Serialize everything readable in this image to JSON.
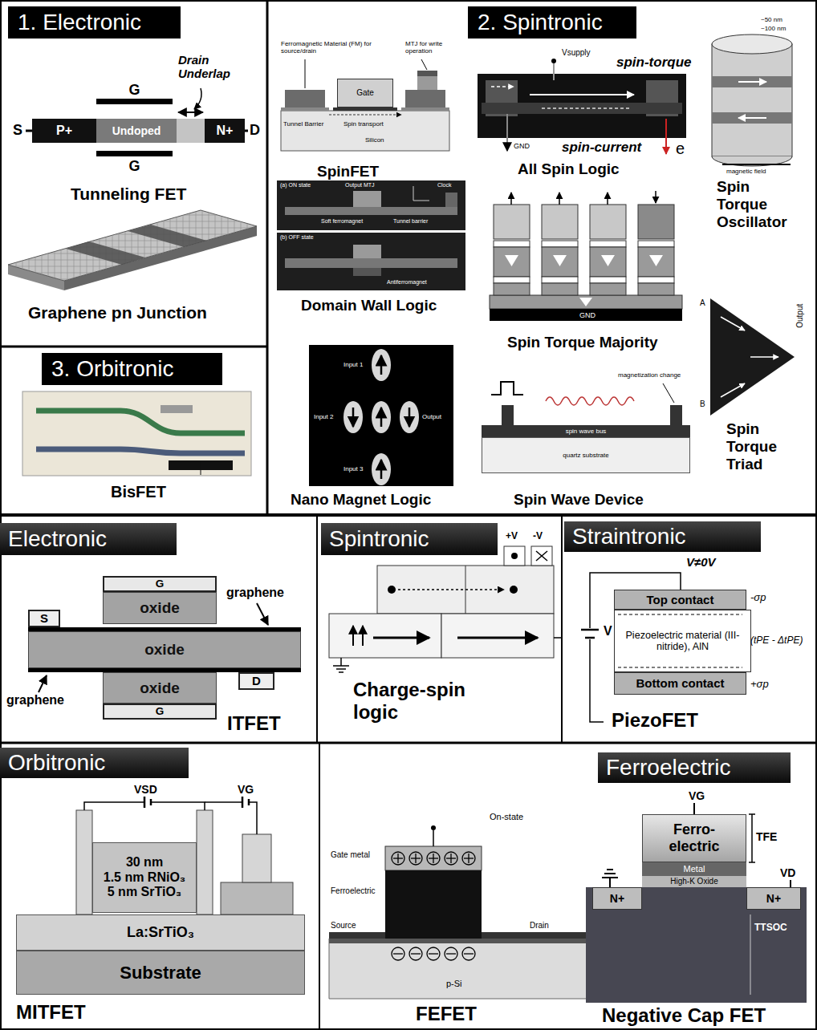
{
  "diagram": {
    "nodes": [
      {
        "text": [
          "1. Electronic"
        ]
      },
      {
        "text": [
          "2. Spintronic"
        ]
      },
      {
        "text": [
          "3. Orbitronic"
        ]
      },
      {
        "text": [
          "Electronic"
        ]
      },
      {
        "text": [
          "Spintronic"
        ]
      },
      {
        "text": [
          "Straintronic"
        ]
      },
      {
        "text": [
          "Orbitronic"
        ]
      },
      {
        "text": [
          "Ferroelectric"
        ]
      },
      {
        "text": [
          "G"
        ]
      },
      {
        "text": [
          "P+"
        ]
      },
      {
        "text": [
          "Undoped"
        ]
      },
      {
        "text": [
          "N+"
        ]
      },
      {
        "text": [
          "G"
        ]
      },
      {
        "text": [
          "Gate"
        ]
      },
      {
        "text": [
          "spin wave bus"
        ]
      },
      {
        "text": [
          "quartz substrate"
        ]
      },
      {
        "text": [
          "G"
        ]
      },
      {
        "text": [
          "oxide"
        ]
      },
      {
        "text": [
          "S"
        ]
      },
      {
        "text": [
          "oxide"
        ]
      },
      {
        "text": [
          "oxide"
        ]
      },
      {
        "text": [
          "D"
        ]
      },
      {
        "text": [
          "G"
        ]
      },
      {
        "text": [
          "Top contact"
        ]
      },
      {
        "text": [
          "Piezoelectric material (III-nitride), AlN"
        ]
      },
      {
        "text": [
          "Bottom contact"
        ]
      },
      {
        "text": [
          "30 nm",
          "1.5 nm RNiO₃",
          "5 nm SrTiO₃"
        ]
      },
      {
        "text": [
          "La:SrTiO₃"
        ]
      },
      {
        "text": [
          "Substrate"
        ]
      },
      {
        "text": [
          "Ferro- electric"
        ]
      },
      {
        "text": [
          "Metal"
        ]
      },
      {
        "text": [
          "High-K Oxide"
        ]
      },
      {
        "text": [
          "N+"
        ]
      },
      {
        "text": [
          "N+"
        ]
      }
    ],
    "labels": [
      "S",
      "D",
      "Drain Underlap",
      "Tunneling FET",
      "Graphene pn Junction",
      "BisFET",
      "Ferromagnetic Material (FM) for source/drain",
      "MTJ for write operation",
      "Tunnel Barrier",
      "Spin transport",
      "Silicon",
      "SpinFET",
      "Vsupply",
      "spin-torque",
      "spin-current",
      "GND",
      "e",
      "All Spin Logic",
      "~50 nm",
      "~100 nm",
      "magnetic field",
      "Spin Torque Oscillator",
      "(a) ON state",
      "Output MTJ",
      "Clock",
      "Soft ferromagnet",
      "Tunnel barrier",
      "(b) OFF state",
      "Antiferromagnet",
      "Domain Wall Logic",
      "GND",
      "Spin Torque Majority",
      "A",
      "B",
      "Output",
      "Spin Torque Triad",
      "Input 1",
      "Input 2",
      "Output",
      "Input 3",
      "Nano Magnet Logic",
      "magnetization change",
      "Spin Wave Device",
      "graphene",
      "graphene",
      "ITFET",
      "+V",
      "-V",
      "Charge-spin logic",
      "V≠0V",
      "V",
      "-σp",
      "(tPE - ΔtPE)",
      "+σp",
      "PiezoFET",
      "VSD",
      "VG",
      "MITFET",
      "On-state",
      "Gate metal",
      "Ferroelectric",
      "Source",
      "Drain",
      "p-Si",
      "FEFET",
      "VG",
      "TFE",
      "VD",
      "TTSOC",
      "Negative Cap FET"
    ]
  }
}
